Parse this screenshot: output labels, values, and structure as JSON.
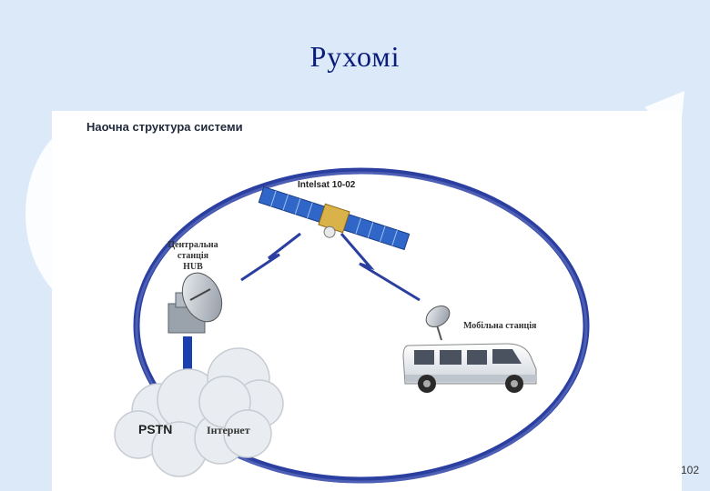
{
  "slide": {
    "title": "Рухомі",
    "page_number": "102"
  },
  "figure": {
    "heading": "Наочна структура системи",
    "satellite_label": "Intelsat 10-02",
    "hub_label_line1": "Центральна станція",
    "hub_label_line2": "HUB",
    "mobile_label": "Мобільна станція",
    "pstn_label": "PSTN",
    "internet_label": "Інтернет"
  },
  "colors": {
    "background": "#dce9f9",
    "title": "#0b1d7a",
    "orbit": "#2b3fa0",
    "arrow": "#1c3fb0",
    "satellite_panel": "#2f66c8"
  }
}
